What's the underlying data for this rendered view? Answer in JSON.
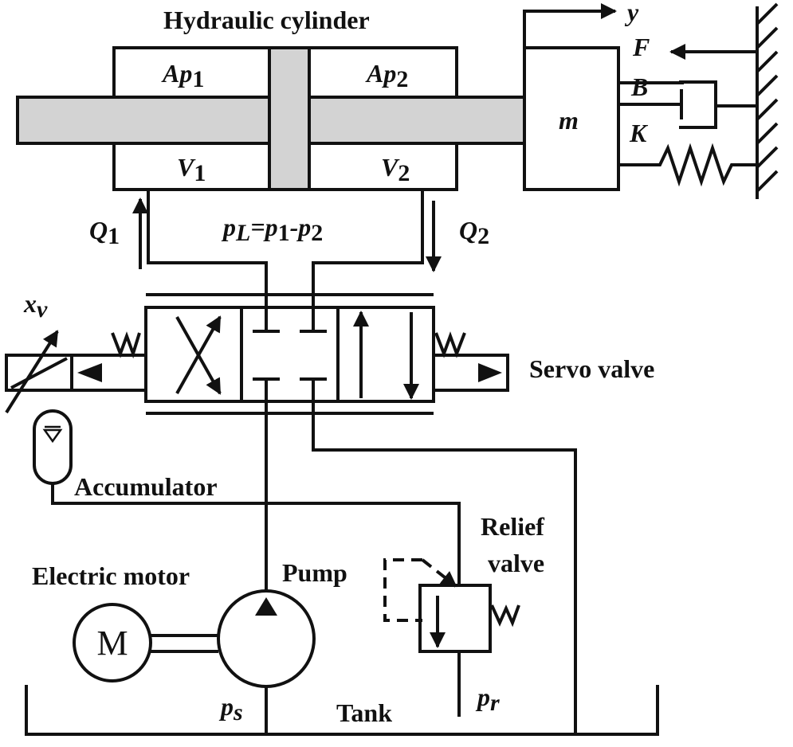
{
  "labels": {
    "cylinder_title": "Hydraulic cylinder",
    "chamber1_area": "Ap",
    "chamber1_area_sub": "1",
    "chamber2_area": "Ap",
    "chamber2_area_sub": "2",
    "chamber1_volume": "V",
    "chamber1_volume_sub": "1",
    "chamber2_volume": "V",
    "chamber2_volume_sub": "2",
    "mass": "m",
    "displacement": "y",
    "force": "F",
    "damping": "B",
    "stiffness": "K",
    "flow1": "Q",
    "flow1_sub": "1",
    "flow2": "Q",
    "flow2_sub": "2",
    "load_pressure": {
      "p": "p",
      "L": "L",
      "eq": "=p",
      "one": "1",
      "minus": "-p",
      "two": "2"
    },
    "spool_displacement": "x",
    "spool_displacement_sub": "v",
    "servo_valve": "Servo valve",
    "accumulator": "Accumulator",
    "relief_valve_line1": "Relief",
    "relief_valve_line2": "valve",
    "electric_motor": "Electric motor",
    "motor_symbol": "M",
    "pump": "Pump",
    "supply_pressure": "p",
    "supply_pressure_sub": "s",
    "tank": "Tank",
    "return_pressure": "p",
    "return_pressure_sub": "r"
  },
  "colors": {
    "line": "#111111",
    "piston_fill": "#d3d3d3",
    "background": "#ffffff"
  }
}
